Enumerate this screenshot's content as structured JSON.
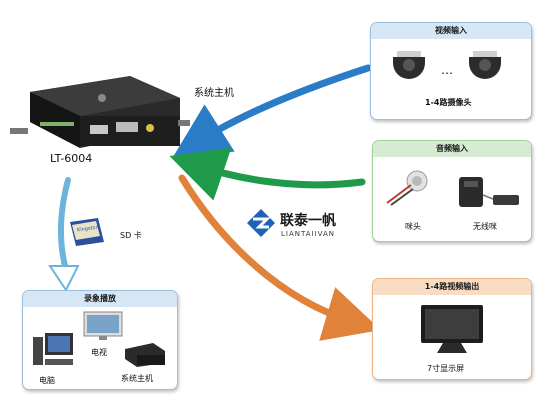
{
  "device": {
    "label_main": "系统主机",
    "model": "LT-6004"
  },
  "sd_card": {
    "label": "SD 卡",
    "card_text": "Kingston"
  },
  "brand": {
    "name": "联泰一帆",
    "name_en": "LIANTAIIVAN"
  },
  "video_input": {
    "title": "视频输入",
    "ellipsis": "…",
    "caption": "1-4路摄像头"
  },
  "audio_input": {
    "title": "音频输入",
    "mic_label": "咪头",
    "wireless_label": "无线咪"
  },
  "video_output": {
    "title": "1-4路视频输出",
    "caption": "7寸显示屏"
  },
  "playback": {
    "title": "录象播放",
    "tv_label": "电视",
    "pc_label": "电脑",
    "host_label": "系统主机"
  },
  "colors": {
    "arrow_blue": "#2b7cc6",
    "arrow_green": "#1f9a4a",
    "arrow_orange": "#e0823a",
    "arrow_lightblue": "#6db4dc",
    "head_blue": "#d7e6f5",
    "head_green": "#d5ecd3",
    "head_orange": "#f8dcc3"
  }
}
